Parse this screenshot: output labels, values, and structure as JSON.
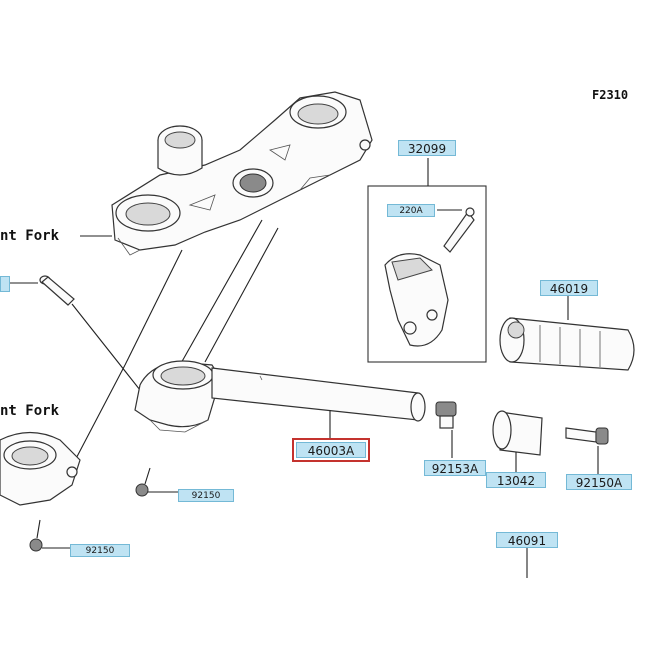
{
  "diagram": {
    "figure_code": "F2310",
    "side_labels": [
      "nt Fork",
      "nt Fork"
    ],
    "parts": [
      {
        "id": "32099"
      },
      {
        "id": "220A"
      },
      {
        "id": "46019"
      },
      {
        "id": "46003A"
      },
      {
        "id": "92153A"
      },
      {
        "id": "13042"
      },
      {
        "id": "92150A"
      },
      {
        "id": "92150"
      },
      {
        "id": "92150"
      },
      {
        "id": "46091"
      }
    ],
    "selected_part": "46003A"
  }
}
